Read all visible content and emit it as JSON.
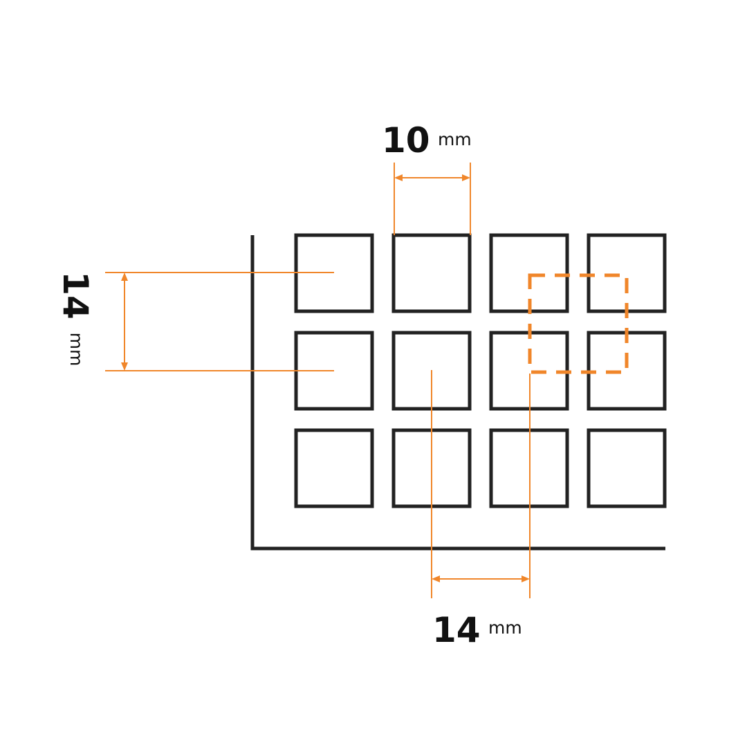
{
  "colors": {
    "outline": "#222222",
    "accent": "#F0862A",
    "text": "#111111",
    "background": "#FFFFFF"
  },
  "grid": {
    "rows": 3,
    "columns": 4
  },
  "dimensions": {
    "hole_size": {
      "value": "10",
      "unit": "mm"
    },
    "vertical_pitch": {
      "value": "14",
      "unit": "mm"
    },
    "horizontal_pitch": {
      "value": "14",
      "unit": "mm"
    }
  }
}
